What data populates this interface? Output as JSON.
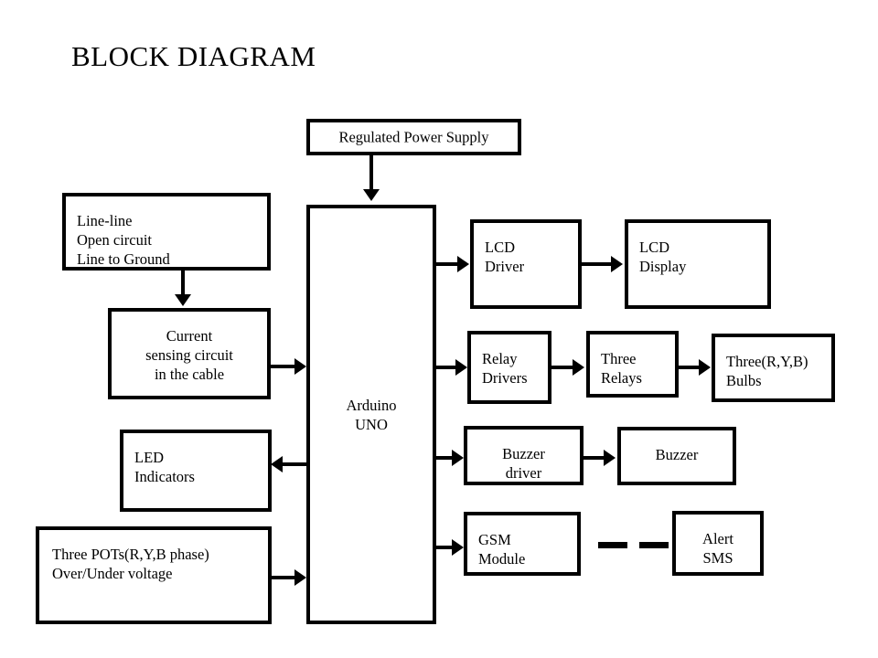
{
  "page": {
    "title": "BLOCK DIAGRAM",
    "background_color": "#ffffff",
    "line_color": "#000000",
    "text_color": "#000000"
  },
  "diagram": {
    "type": "block-diagram",
    "nodes": {
      "power_supply": {
        "label": "Regulated Power Supply"
      },
      "fault_types": {
        "label": "Line-line\nOpen circuit\nLine to Ground"
      },
      "current_sensing": {
        "label": "Current\nsensing circuit\n in the cable"
      },
      "led_indicators": {
        "label": "LED\n Indicators"
      },
      "pots": {
        "label": "Three  POTs(R,Y,B phase)\nOver/Under voltage"
      },
      "arduino": {
        "label": "Arduino\nUNO"
      },
      "lcd_driver": {
        "label": "LCD\nDriver"
      },
      "lcd_display": {
        "label": "LCD\nDisplay"
      },
      "relay_drivers": {
        "label": "Relay\nDrivers"
      },
      "three_relays": {
        "label": "Three\nRelays"
      },
      "bulbs": {
        "label": "Three(R,Y,B)\nBulbs"
      },
      "buzzer_driver": {
        "label": "Buzzer\ndriver"
      },
      "buzzer": {
        "label": "Buzzer"
      },
      "gsm_module": {
        "label": "GSM\nModule"
      },
      "alert_sms": {
        "label": "Alert\nSMS"
      }
    },
    "edges": [
      {
        "from": "power_supply",
        "to": "arduino",
        "style": "solid",
        "direction": "down"
      },
      {
        "from": "fault_types",
        "to": "current_sensing",
        "style": "solid",
        "direction": "down"
      },
      {
        "from": "current_sensing",
        "to": "arduino",
        "style": "solid",
        "direction": "right"
      },
      {
        "from": "arduino",
        "to": "led_indicators",
        "style": "solid",
        "direction": "left"
      },
      {
        "from": "pots",
        "to": "arduino",
        "style": "solid",
        "direction": "right"
      },
      {
        "from": "arduino",
        "to": "lcd_driver",
        "style": "solid",
        "direction": "right"
      },
      {
        "from": "lcd_driver",
        "to": "lcd_display",
        "style": "solid",
        "direction": "right"
      },
      {
        "from": "arduino",
        "to": "relay_drivers",
        "style": "solid",
        "direction": "right"
      },
      {
        "from": "relay_drivers",
        "to": "three_relays",
        "style": "solid",
        "direction": "right"
      },
      {
        "from": "three_relays",
        "to": "bulbs",
        "style": "solid",
        "direction": "right"
      },
      {
        "from": "arduino",
        "to": "buzzer_driver",
        "style": "solid",
        "direction": "right"
      },
      {
        "from": "buzzer_driver",
        "to": "buzzer",
        "style": "solid",
        "direction": "right"
      },
      {
        "from": "arduino",
        "to": "gsm_module",
        "style": "solid",
        "direction": "right"
      },
      {
        "from": "gsm_module",
        "to": "alert_sms",
        "style": "dashed",
        "direction": "none"
      }
    ]
  }
}
